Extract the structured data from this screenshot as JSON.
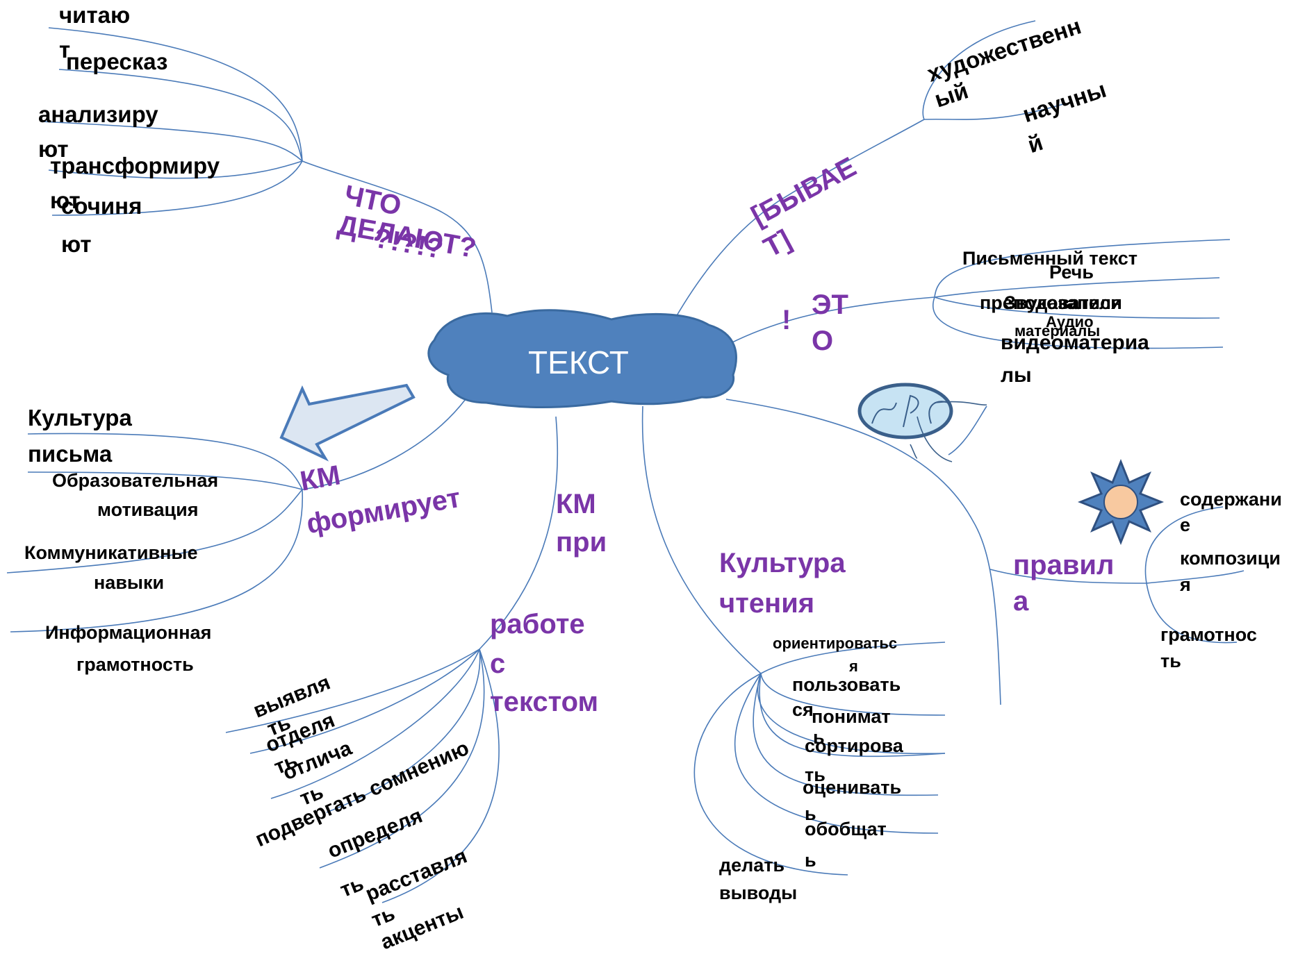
{
  "center": {
    "label": "ТЕКСТ",
    "fill": "#4f81bd"
  },
  "colors": {
    "line": "#4a7ab8",
    "category": "#7a35a8",
    "sun_fill": "#f8c9a0",
    "star_fill": "#4f81bd"
  },
  "branch_what": {
    "label": [
      "ЧТО",
      "ДЕЛАЮТ?",
      "?!?!?"
    ],
    "items": [
      "читаю",
      "т",
      "пересказ",
      "анализиру",
      "ют",
      "трансформиру",
      "ют",
      "сочиня",
      "ют"
    ]
  },
  "branch_kinds": {
    "label": [
      "[БЫВАЕ",
      "Т]"
    ],
    "items": [
      "художественн",
      "ый",
      "научны",
      "й"
    ]
  },
  "branch_this": {
    "label": [
      "ЭТ",
      "О",
      "!"
    ],
    "items": [
      "Письменный текст",
      "Речь",
      "преподавателя",
      "Звукозаписи",
      "Аудио",
      "материалы",
      "видеоматериа",
      "лы"
    ]
  },
  "branch_forms": {
    "label": [
      "КМ",
      "формирует"
    ],
    "items": [
      "Культура",
      "письма",
      "Образовательная",
      "мотивация",
      "Коммуникативные",
      "навыки",
      "Информационная",
      "грамотность"
    ]
  },
  "branch_work": {
    "label": [
      "КМ",
      "при",
      "работе",
      "с",
      "текстом"
    ],
    "items": [
      "выявля",
      "ть",
      "отделя",
      "ть",
      "отлича",
      "ть",
      "подвергать сомнению",
      "определя",
      "ть",
      "расставля",
      "ть",
      "акценты"
    ]
  },
  "branch_reading": {
    "label": [
      "Культура",
      "чтения"
    ],
    "items": [
      "ориентироватьс",
      "я",
      "пользовать",
      "ся",
      "понимат",
      "ь",
      "сортирова",
      "ть",
      "оценивать",
      "ь",
      "обобщат",
      "ь",
      "делать",
      "выводы"
    ]
  },
  "branch_rules": {
    "label": [
      "правил",
      "а"
    ],
    "items": [
      "содержани",
      "е",
      "композици",
      "я",
      "грамотнос",
      "ть"
    ]
  }
}
